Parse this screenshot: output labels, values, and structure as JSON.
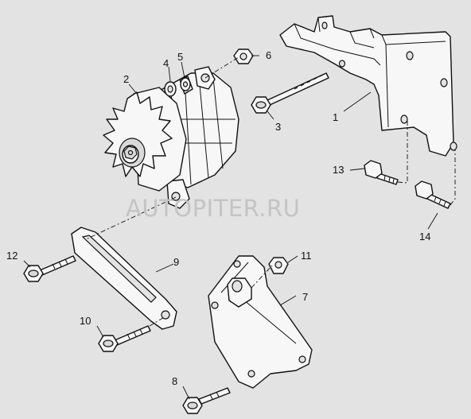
{
  "watermark": "AUTOPITER.RU",
  "callouts": [
    {
      "id": "1",
      "text": "1"
    },
    {
      "id": "2",
      "text": "2"
    },
    {
      "id": "3",
      "text": "3"
    },
    {
      "id": "4",
      "text": "4"
    },
    {
      "id": "5",
      "text": "5"
    },
    {
      "id": "6",
      "text": "6"
    },
    {
      "id": "7",
      "text": "7"
    },
    {
      "id": "8",
      "text": "8"
    },
    {
      "id": "9",
      "text": "9"
    },
    {
      "id": "10",
      "text": "10"
    },
    {
      "id": "11",
      "text": "11"
    },
    {
      "id": "12",
      "text": "12"
    },
    {
      "id": "13",
      "text": "13"
    },
    {
      "id": "14",
      "text": "14"
    }
  ],
  "colors": {
    "background": "#e3e3e3",
    "line": "#111111",
    "part_fill": "#f7f7f7",
    "watermark": "#c4c4c4"
  }
}
